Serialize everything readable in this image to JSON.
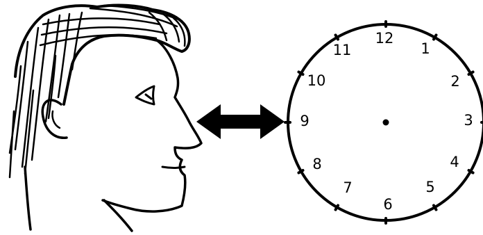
{
  "clock": {
    "numerals": [
      "12",
      "1",
      "2",
      "3",
      "4",
      "5",
      "6",
      "7",
      "8",
      "9",
      "10",
      "11"
    ]
  },
  "colors": {
    "ink": "#000000",
    "background": "#ffffff"
  },
  "icons": {
    "head": "head-profile-sketch-icon",
    "arrow": "double-headed-arrow-icon",
    "clock": "clock-face-icon"
  }
}
